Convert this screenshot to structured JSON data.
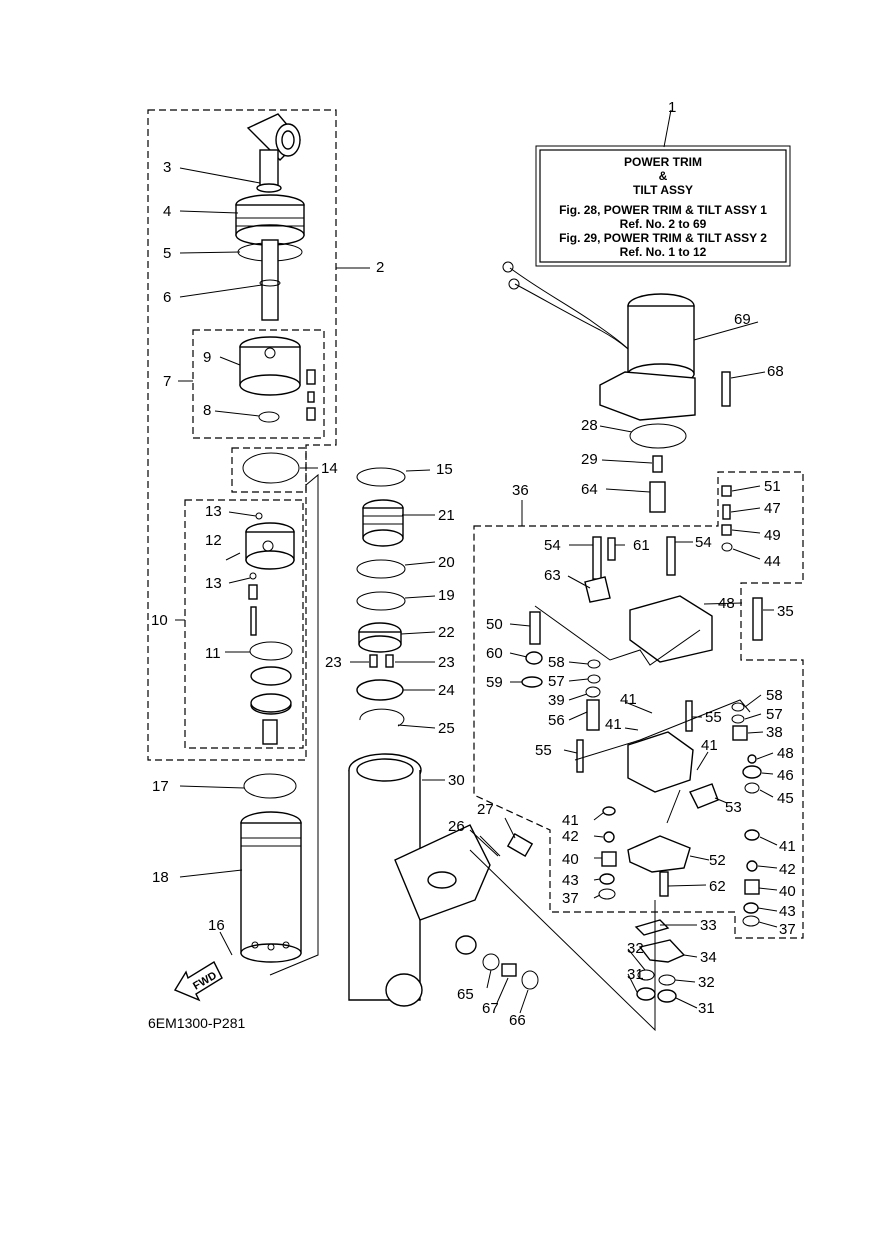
{
  "title_box": {
    "line1": "POWER TRIM",
    "line2": "&",
    "line3": "TILT ASSY",
    "line4": "Fig. 28, POWER TRIM & TILT ASSY 1",
    "line5": "Ref. No. 2 to 69",
    "line6": "Fig. 29, POWER TRIM & TILT ASSY 2",
    "line7": "Ref. No. 1 to 12"
  },
  "drawing_code": "6EM1300-P281",
  "fwd_label": "FWD",
  "callouts": [
    "1",
    "2",
    "3",
    "4",
    "5",
    "6",
    "7",
    "8",
    "9",
    "10",
    "11",
    "12",
    "13",
    "13",
    "14",
    "15",
    "16",
    "17",
    "18",
    "19",
    "20",
    "21",
    "22",
    "23",
    "23",
    "24",
    "25",
    "26",
    "27",
    "28",
    "29",
    "30",
    "31",
    "31",
    "32",
    "32",
    "33",
    "34",
    "35",
    "36",
    "37",
    "37",
    "38",
    "39",
    "40",
    "40",
    "41",
    "41",
    "41",
    "41",
    "41",
    "42",
    "42",
    "43",
    "43",
    "44",
    "45",
    "46",
    "47",
    "48",
    "48",
    "49",
    "50",
    "51",
    "52",
    "53",
    "54",
    "54",
    "55",
    "55",
    "56",
    "57",
    "57",
    "58",
    "58",
    "59",
    "60",
    "61",
    "62",
    "63",
    "64",
    "65",
    "66",
    "67",
    "68",
    "69"
  ]
}
